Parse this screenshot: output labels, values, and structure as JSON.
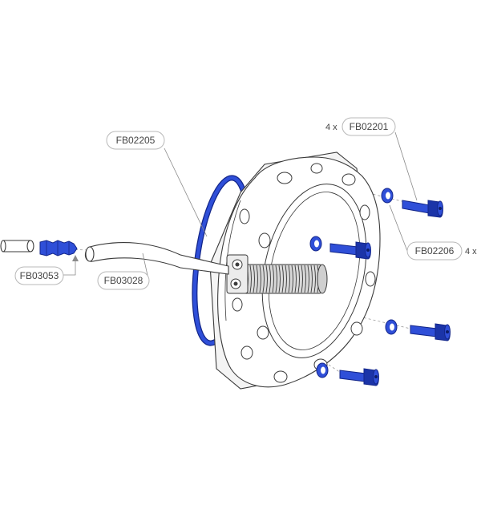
{
  "callouts": {
    "fb02205": {
      "label": "FB02205"
    },
    "fb02201": {
      "label": "FB02201",
      "qty": "4 x"
    },
    "fb02206": {
      "label": "FB02206",
      "qty": "4 x"
    },
    "fb03053": {
      "label": "FB03053"
    },
    "fb03028": {
      "label": "FB03028"
    }
  },
  "colors": {
    "highlight": "#2f4fd8",
    "outline": "#3a3a3a",
    "leader": "#8a8a8a"
  }
}
